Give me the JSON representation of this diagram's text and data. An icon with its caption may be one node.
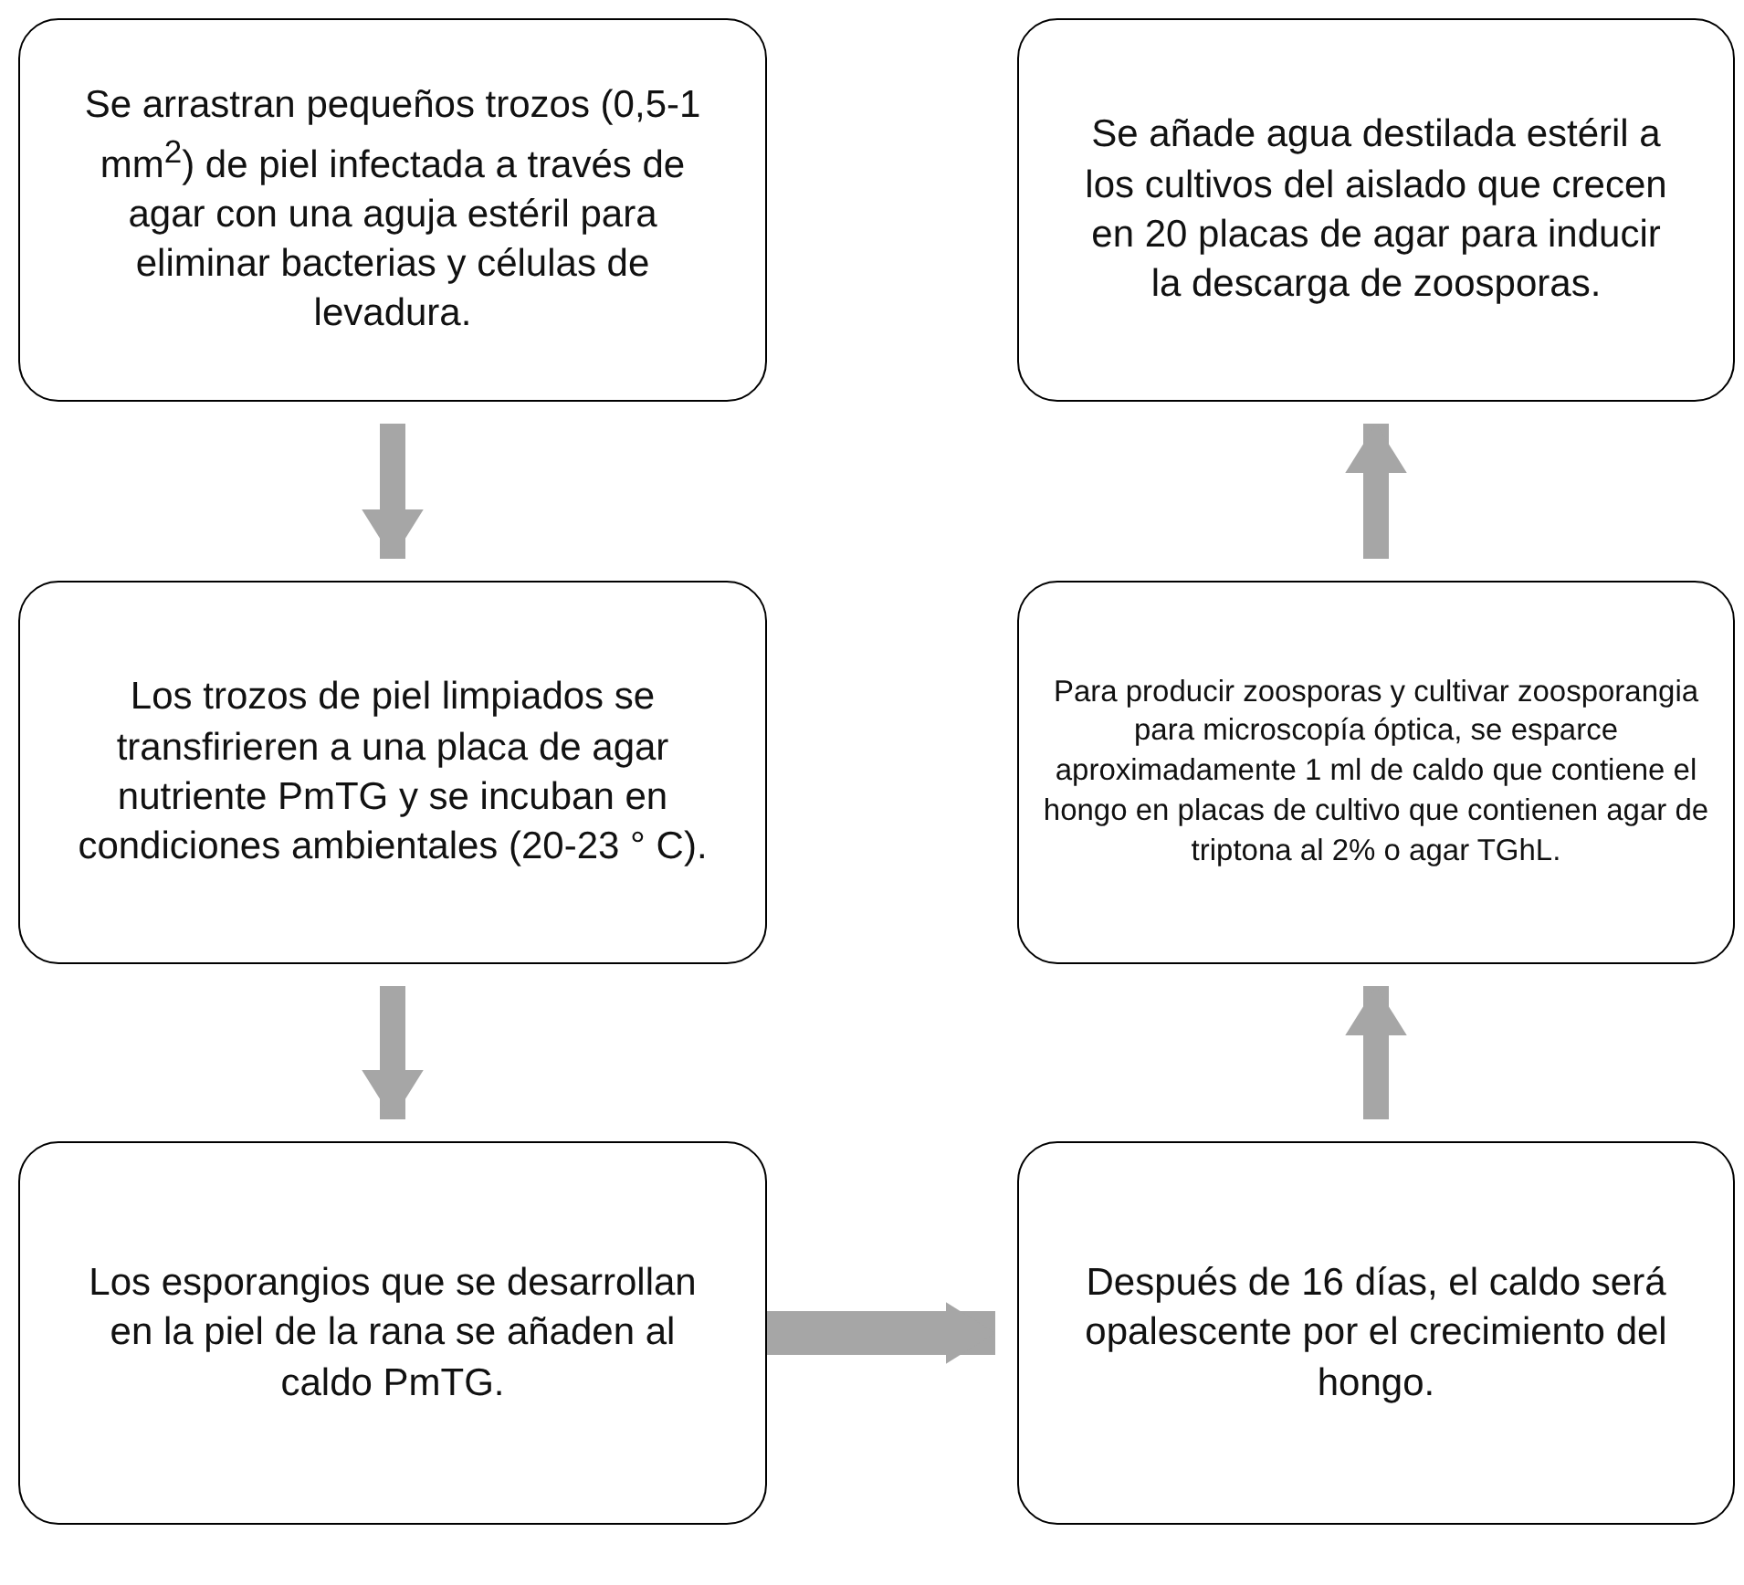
{
  "diagram": {
    "nodes": [
      {
        "text": [
          "Se arrastran pequeños trozos (0,5-1 mm$^{2}$) de piel infectada a través de agar con una aguja estéril para eliminar bacterias y células de levadura."
        ]
      },
      {
        "text": [
          "Se añade agua destilada estéril a los cultivos del aislado que crecen en 20 placas de agar para inducir la descarga de zoosporas."
        ]
      },
      {
        "text": [
          "Los trozos de piel limpiados se transfirieren a una placa de agar nutriente PmTG y se incuban en condiciones ambientales (20-23 ° C)."
        ]
      },
      {
        "text": [
          "Para producir zoosporas y cultivar zoosporangia para microscopía óptica, se esparce aproximadamente 1 ml de caldo que contiene el hongo en placas de cultivo que contienen agar de triptona al 2% o agar TGhL."
        ]
      },
      {
        "text": [
          "Los esporangios que se desarrollan en la piel de la rana se añaden al caldo PmTG."
        ]
      },
      {
        "text": [
          "Después de 16 días, el caldo será opalescente por el crecimiento del hongo."
        ]
      }
    ],
    "edges": [
      {
        "from": 0,
        "to": 2,
        "arrow": "to"
      },
      {
        "from": 2,
        "to": 4,
        "arrow": "to"
      },
      {
        "from": 4,
        "to": 5,
        "arrow": "to"
      },
      {
        "from": 5,
        "to": 3,
        "arrow": "to"
      },
      {
        "from": 3,
        "to": 1,
        "arrow": "to"
      }
    ]
  }
}
